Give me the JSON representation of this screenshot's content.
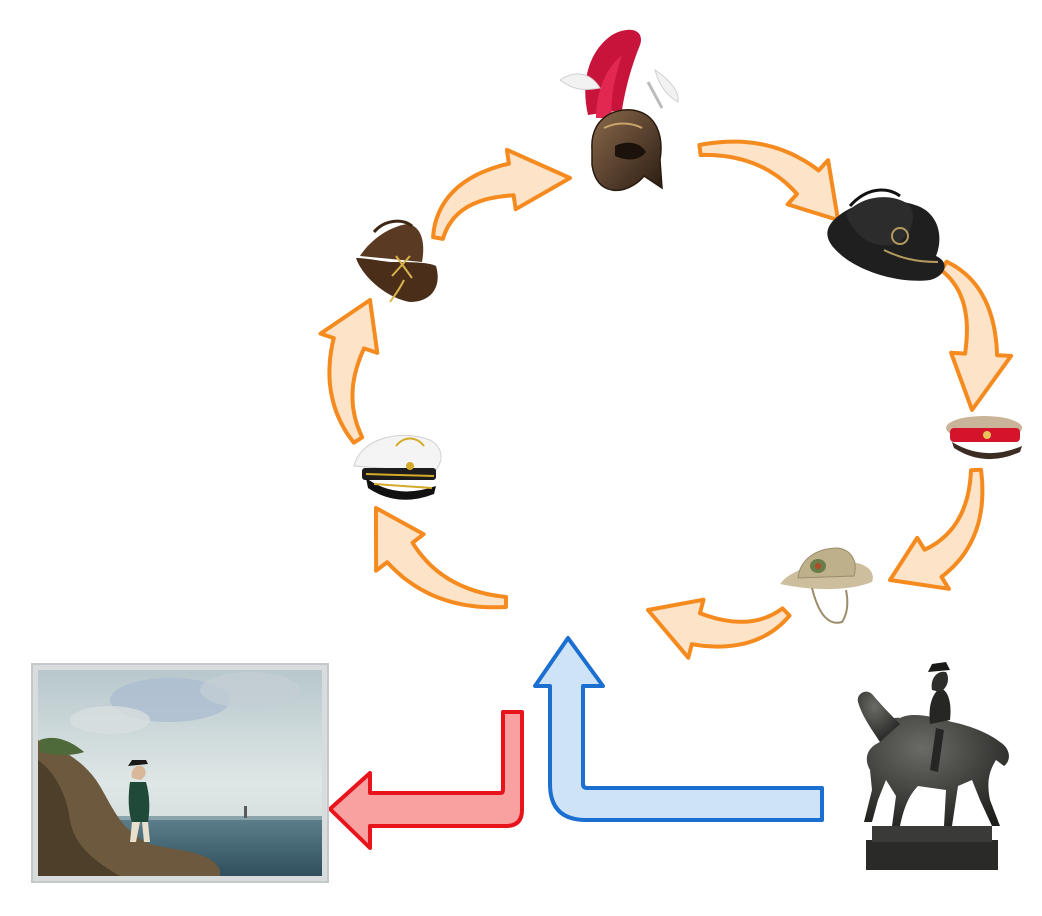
{
  "diagram": {
    "cycle_items": [
      {
        "name": "plumed-helmet",
        "kind": "hat"
      },
      {
        "name": "slouch-hat-black",
        "kind": "hat"
      },
      {
        "name": "peaked-cap-red-band",
        "kind": "hat"
      },
      {
        "name": "bush-hat-khaki",
        "kind": "hat"
      },
      {
        "name": "officer-peaked-cap-white",
        "kind": "hat"
      },
      {
        "name": "cavalry-hat-brown",
        "kind": "hat"
      }
    ],
    "side_items": [
      {
        "name": "equestrian-statue",
        "kind": "sculpture"
      },
      {
        "name": "napoleon-painting",
        "kind": "painting"
      }
    ],
    "colors": {
      "cycle_arrow_stroke": "#f58a1f",
      "cycle_arrow_fill": "#fde4c8",
      "entry_arrow_stroke": "#1a6fd1",
      "entry_arrow_fill": "#cfe3f7",
      "exit_arrow_stroke": "#e8141c",
      "exit_arrow_fill": "#f9a0a0"
    }
  }
}
